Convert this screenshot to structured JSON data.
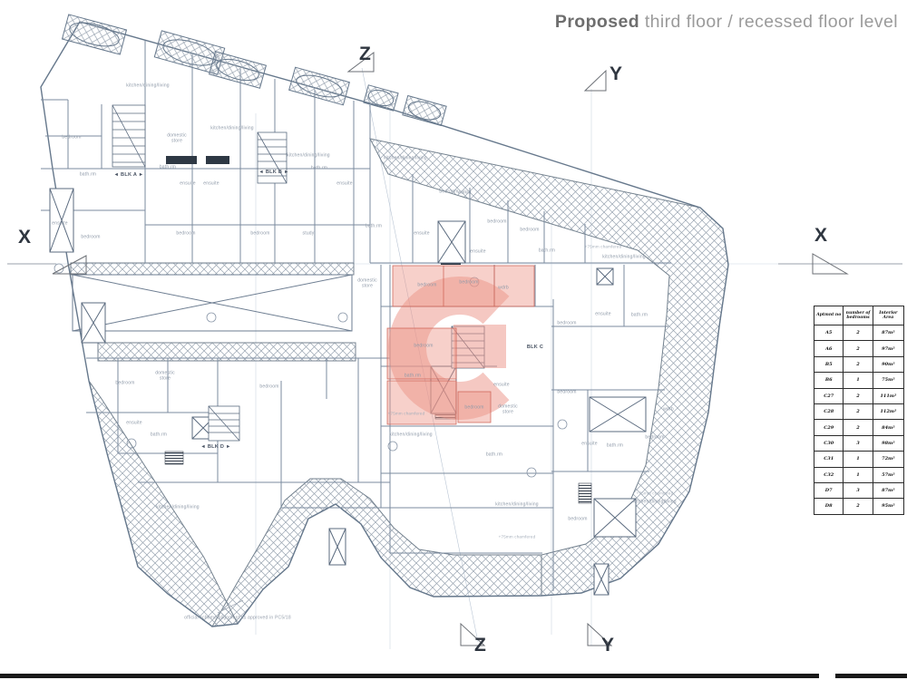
{
  "sheet": {
    "title_bold": "Proposed",
    "title_rest": " third floor / recessed floor level"
  },
  "markers": {
    "x": "X",
    "y": "Y",
    "z": "Z"
  },
  "apartment_table": {
    "headers": [
      "Aptmnt  no",
      "number of bedrooms",
      "Interior Area"
    ],
    "rows": [
      [
        "A5",
        "2",
        "87m²"
      ],
      [
        "A6",
        "2",
        "97m²"
      ],
      [
        "B5",
        "2",
        "90m²"
      ],
      [
        "B6",
        "1",
        "75m²"
      ],
      [
        "C27",
        "2",
        "111m²"
      ],
      [
        "C28",
        "2",
        "112m²"
      ],
      [
        "C29",
        "2",
        "84m²"
      ],
      [
        "C30",
        "3",
        "98m²"
      ],
      [
        "C31",
        "1",
        "72m²"
      ],
      [
        "C32",
        "1",
        "57m²"
      ],
      [
        "D7",
        "3",
        "87m²"
      ],
      [
        "D8",
        "2",
        "95m²"
      ]
    ]
  },
  "labels": {
    "kdl": "kitchen/dining/living",
    "bedroom": "bedroom",
    "bathrm": "bath.rm",
    "ensuite": "ensuite",
    "walkin": "walkin",
    "wdrb": "wdrb",
    "study": "study",
    "domestic": "domestic store",
    "blk_a": "◄ BLK A ►",
    "blk_b": "◄ BLK B ►",
    "blk_c": "BLK C",
    "blk_d": "◄ BLK D ►"
  },
  "notes": {
    "chamfer": "+75mm chamfered",
    "alignment": "official scheme alignment as approved in PC5/18"
  },
  "colors": {
    "highlight_red": "#EC9285",
    "drawing_line": "#7b8b9f",
    "title_gray": "#9b9b9b"
  }
}
